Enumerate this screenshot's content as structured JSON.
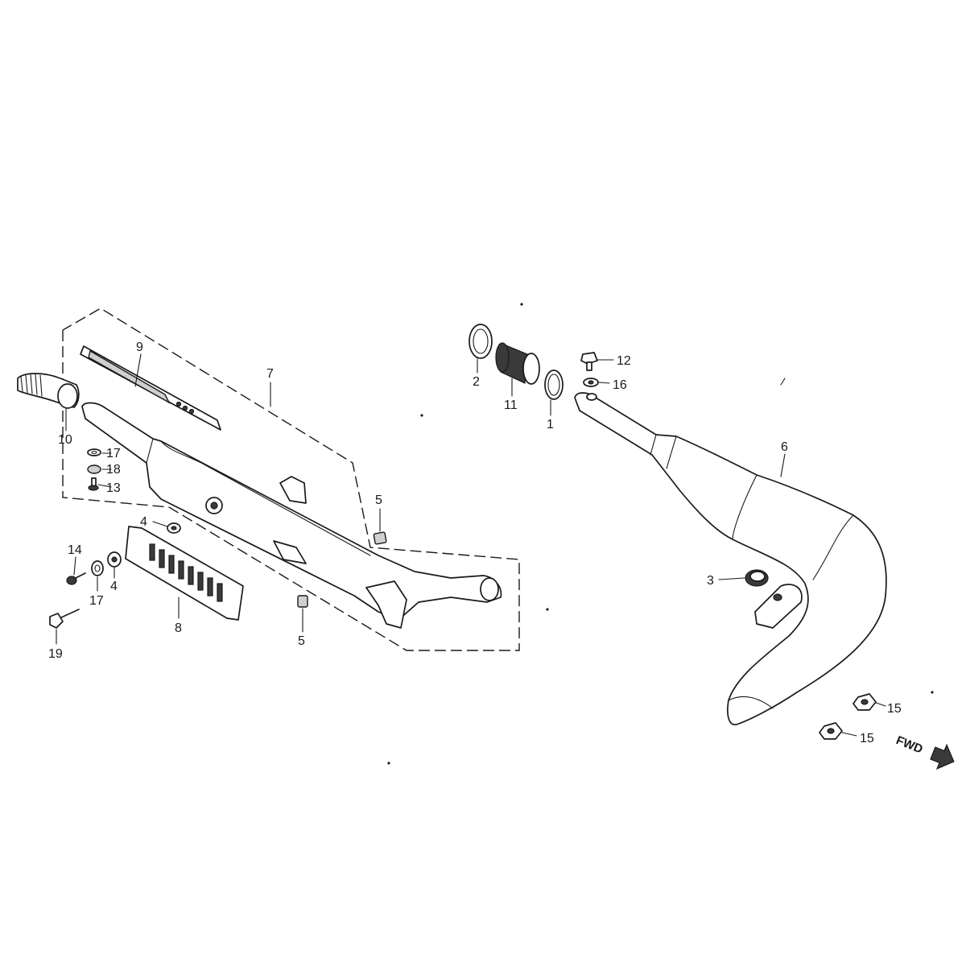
{
  "callouts": {
    "c1": "1",
    "c2": "2",
    "c3": "3",
    "c4a": "4",
    "c4b": "4",
    "c5a": "5",
    "c5b": "5",
    "c6": "6",
    "c7": "7",
    "c8": "8",
    "c9": "9",
    "c10": "10",
    "c11": "11",
    "c12": "12",
    "c13": "13",
    "c14": "14",
    "c15a": "15",
    "c15b": "15",
    "c16": "16",
    "c17a": "17",
    "c17b": "17",
    "c18": "18",
    "c19": "19"
  },
  "fwd_label": "FWD"
}
